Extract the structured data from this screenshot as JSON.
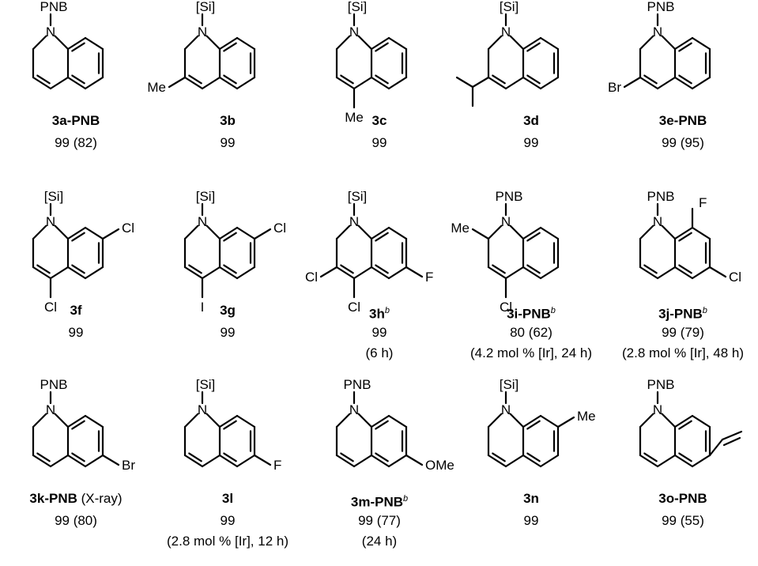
{
  "compounds": [
    {
      "id": "3a-PNB",
      "label": "3a-PNB",
      "sup": "",
      "extra": "",
      "line1": "99 (82)",
      "line2": "",
      "n_sub": "PNB",
      "ring_sub": []
    },
    {
      "id": "3b",
      "label": "3b",
      "sup": "",
      "extra": "",
      "line1": "99",
      "line2": "",
      "n_sub": "[Si]",
      "ring_sub": [
        {
          "pos": "C3",
          "text": "Me"
        }
      ]
    },
    {
      "id": "3c",
      "label": "3c",
      "sup": "",
      "extra": "",
      "line1": "99",
      "line2": "",
      "n_sub": "[Si]",
      "ring_sub": [
        {
          "pos": "C4",
          "text": "Me"
        }
      ]
    },
    {
      "id": "3d",
      "label": "3d",
      "sup": "",
      "extra": "",
      "line1": "99",
      "line2": "",
      "n_sub": "[Si]",
      "ring_sub": [
        {
          "pos": "C3",
          "text": "iPr"
        }
      ]
    },
    {
      "id": "3e-PNB",
      "label": "3e-PNB",
      "sup": "",
      "extra": "",
      "line1": "99 (95)",
      "line2": "",
      "n_sub": "PNB",
      "ring_sub": [
        {
          "pos": "C3",
          "text": "Br"
        }
      ]
    },
    {
      "id": "3f",
      "label": "3f",
      "sup": "",
      "extra": "",
      "line1": "99",
      "line2": "",
      "n_sub": "[Si]",
      "ring_sub": [
        {
          "pos": "C4",
          "text": "Cl"
        },
        {
          "pos": "C7",
          "text": "Cl"
        }
      ]
    },
    {
      "id": "3g",
      "label": "3g",
      "sup": "",
      "extra": "",
      "line1": "99",
      "line2": "",
      "n_sub": "[Si]",
      "ring_sub": [
        {
          "pos": "C4",
          "text": "I"
        },
        {
          "pos": "C7",
          "text": "Cl"
        }
      ]
    },
    {
      "id": "3h",
      "label": "3h",
      "sup": "b",
      "extra": "",
      "line1": "99",
      "line2": "(6 h)",
      "n_sub": "[Si]",
      "ring_sub": [
        {
          "pos": "C3",
          "text": "Cl"
        },
        {
          "pos": "C4",
          "text": "Cl"
        },
        {
          "pos": "C6",
          "text": "F"
        }
      ]
    },
    {
      "id": "3i-PNB",
      "label": "3i-PNB",
      "sup": "b",
      "extra": "",
      "line1": "80 (62)",
      "line2": "(4.2 mol % [Ir], 24 h)",
      "n_sub": "PNB",
      "ring_sub": [
        {
          "pos": "C2",
          "text": "Me"
        },
        {
          "pos": "C4",
          "text": "Cl"
        }
      ]
    },
    {
      "id": "3j-PNB",
      "label": "3j-PNB",
      "sup": "b",
      "extra": "",
      "line1": "99 (79)",
      "line2": "(2.8 mol % [Ir], 48 h)",
      "n_sub": "PNB",
      "ring_sub": [
        {
          "pos": "C8",
          "text": "F"
        },
        {
          "pos": "C6",
          "text": "Cl"
        }
      ]
    },
    {
      "id": "3k-PNB",
      "label": "3k-PNB",
      "sup": "",
      "extra": " (X-ray)",
      "line1": "99 (80)",
      "line2": "",
      "n_sub": "PNB",
      "ring_sub": [
        {
          "pos": "C6",
          "text": "Br"
        }
      ]
    },
    {
      "id": "3l",
      "label": "3l",
      "sup": "",
      "extra": "",
      "line1": "99",
      "line2": "(2.8 mol % [Ir], 12 h)",
      "n_sub": "[Si]",
      "ring_sub": [
        {
          "pos": "C6",
          "text": "F"
        }
      ]
    },
    {
      "id": "3m-PNB",
      "label": "3m-PNB",
      "sup": "b",
      "extra": "",
      "line1": "99 (77)",
      "line2": "(24 h)",
      "n_sub": "PNB",
      "ring_sub": [
        {
          "pos": "C6",
          "text": "OMe"
        }
      ]
    },
    {
      "id": "3n",
      "label": "3n",
      "sup": "",
      "extra": "",
      "line1": "99",
      "line2": "",
      "n_sub": "[Si]",
      "ring_sub": [
        {
          "pos": "C7",
          "text": "Me"
        }
      ]
    },
    {
      "id": "3o-PNB",
      "label": "3o-PNB",
      "sup": "",
      "extra": "",
      "line1": "99 (55)",
      "line2": "",
      "n_sub": "PNB",
      "ring_sub": [
        {
          "pos": "C6",
          "text": "vinyl"
        }
      ]
    }
  ]
}
